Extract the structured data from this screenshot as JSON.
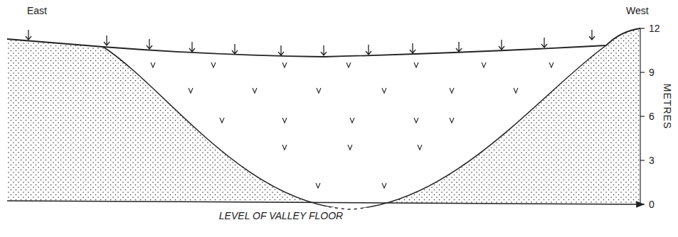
{
  "diagram": {
    "labels": [
      "East",
      "West",
      "12",
      "9",
      "6",
      "3",
      "0",
      "METRES",
      "LEVEL OF VALLEY FLOOR"
    ]
  }
}
